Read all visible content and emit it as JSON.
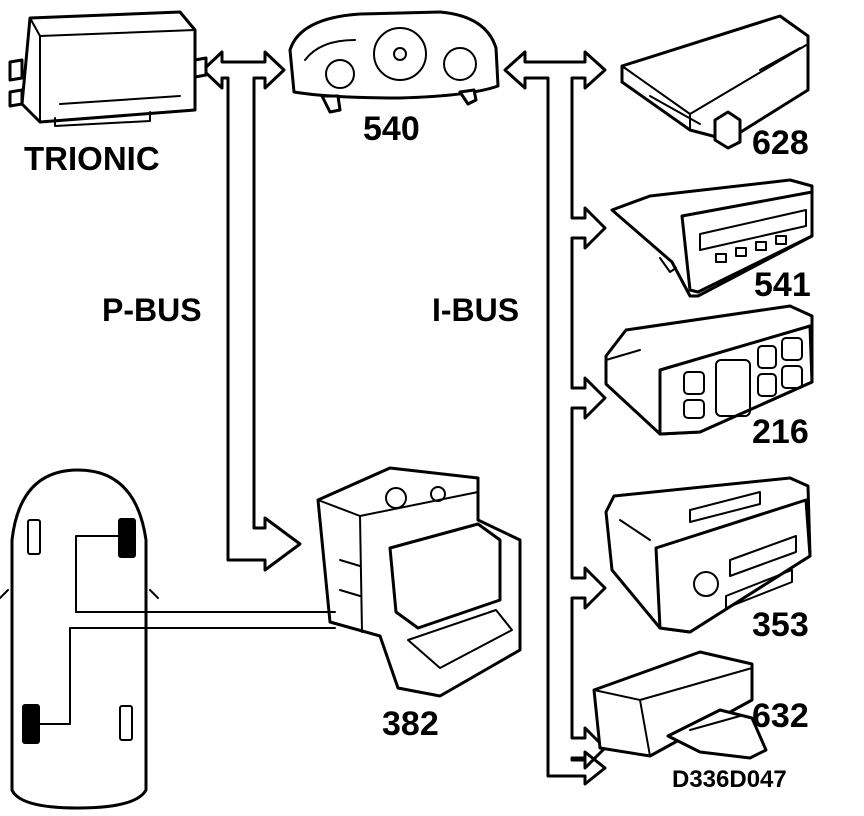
{
  "components": {
    "trionic": "TRIONIC",
    "c540": "540",
    "c628": "628",
    "c541": "541",
    "c216": "216",
    "c353": "353",
    "c382": "382",
    "c632": "632"
  },
  "buses": {
    "p_bus": "P-BUS",
    "i_bus": "I-BUS"
  },
  "figure_code": "D336D047"
}
